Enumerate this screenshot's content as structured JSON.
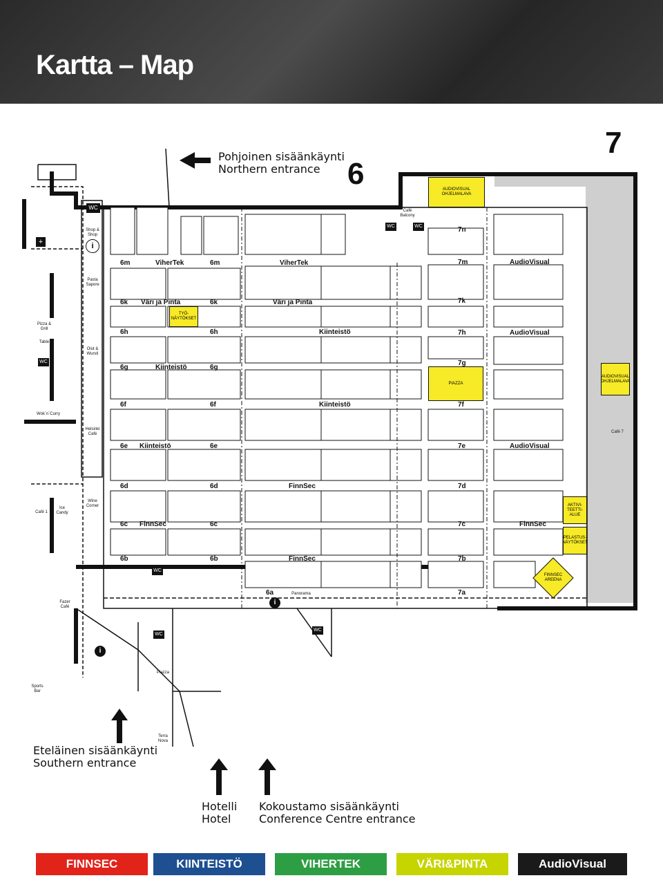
{
  "title": "Kartta – Map",
  "hall_numbers": {
    "hall6": "6",
    "hall7": "7"
  },
  "entrances": {
    "north_fi": "Pohjoinen sisäänkäynti",
    "north_en": "Northern entrance",
    "south_fi": "Eteläinen sisäänkäynti",
    "south_en": "Southern entrance",
    "hotel_fi": "Hotelli",
    "hotel_en": "Hotel",
    "conf_fi": "Kokoustamo sisäänkäynti",
    "conf_en": "Conference Centre entrance"
  },
  "row_labels": [
    "6m",
    "6m",
    "6k",
    "6k",
    "6h",
    "6h",
    "6g",
    "6g",
    "6f",
    "6f",
    "6e",
    "6e",
    "6d",
    "6d",
    "6c",
    "6c",
    "6b",
    "6b",
    "6a"
  ],
  "row_labels_7": [
    "7n",
    "7m",
    "7k",
    "7h",
    "7g",
    "7f",
    "7e",
    "7d",
    "7c",
    "7b",
    "7a"
  ],
  "section_labels": [
    "ViherTek",
    "ViherTek",
    "Väri ja Pinta",
    "Väri ja Pinta",
    "Kiinteistö",
    "Kiinteistö",
    "Kiinteistö",
    "Kiinteistö",
    "FinnSec",
    "FinnSec",
    "FinnSec",
    "AudioVisual",
    "AudioVisual",
    "AudioVisual",
    "FinnSec"
  ],
  "amenities": {
    "shop": "Shop & Shop",
    "pasta": "Pasta Sapore",
    "pizza": "Pizza & Grill",
    "table": "Table",
    "olut": "Olut & Wursti",
    "wok": "Wok´n´Curry",
    "helsinki_cafe": "Helsinki Café",
    "wine": "Wine Corner",
    "cafe1": "Café 1",
    "icecandy": "Ice Candy",
    "fazer": "Fazer Café",
    "sports": "Sports Bar",
    "piazza_s": "Piazza",
    "terra": "Terra Nova",
    "cafe_balcony": "Café Balcony",
    "panorama": "Panorama",
    "cafe7": "Café 7"
  },
  "special_areas": {
    "audiovisual_stage": "AUDIOVISUAL OHJELMALAVA",
    "audiovisual_stage2": "AUDIOVISUAL OHJELMALAVA",
    "piazza": "PIAZZA",
    "aktiviteetti": "AKTIVI-TEETTI-ALUE",
    "pelastus": "PELASTUS-NÄYTÖKSET",
    "finnsec_areena": "FINNSEC AREENA",
    "tyonaytokset": "TYÖ-NÄYTÖKSET"
  },
  "legend": [
    "FINNSEC",
    "KIINTEISTÖ",
    "VIHERTEK",
    "VÄRI&PINTA",
    "AudioVisual"
  ],
  "colors": {
    "finnsec": "#e2231a",
    "kiinteisto": "#1d4f91",
    "vihertek": "#2e9e44",
    "varipinta": "#c6d400",
    "audiovisual": "#1a1a1a",
    "highlight": "#f7ea27",
    "gray_area": "#cfcfcf"
  }
}
